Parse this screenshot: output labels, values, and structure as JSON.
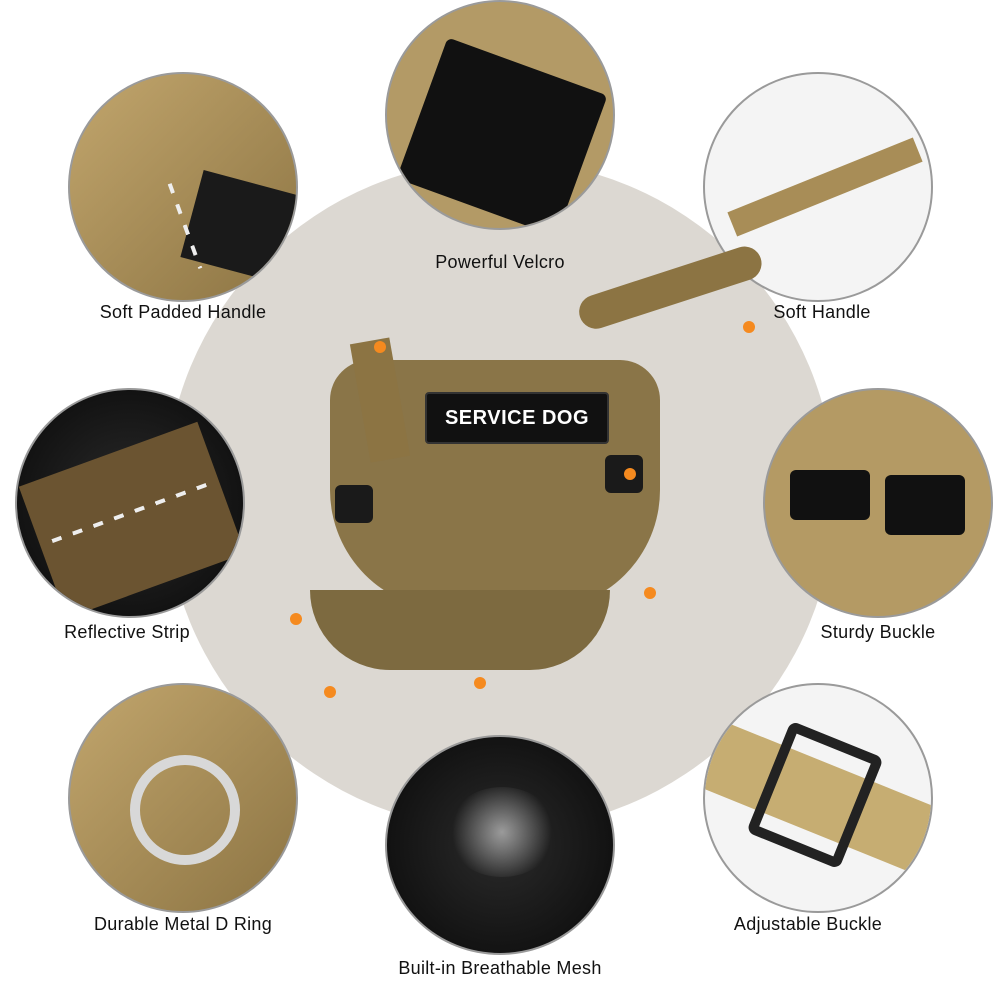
{
  "product": {
    "patch_text": "SERVICE DOG",
    "accent_color": "#f58a1f",
    "fabric_color": "#8c7443",
    "background_circle_color": "#dcd8d2"
  },
  "features": [
    {
      "label": "Soft Padded Handle"
    },
    {
      "label": "Powerful Velcro"
    },
    {
      "label": "Soft Handle"
    },
    {
      "label": "Reflective Strip"
    },
    {
      "label": "Sturdy Buckle"
    },
    {
      "label": "Durable Metal D Ring"
    },
    {
      "label": "Built-in Breathable Mesh"
    },
    {
      "label": "Adjustable Buckle"
    }
  ]
}
